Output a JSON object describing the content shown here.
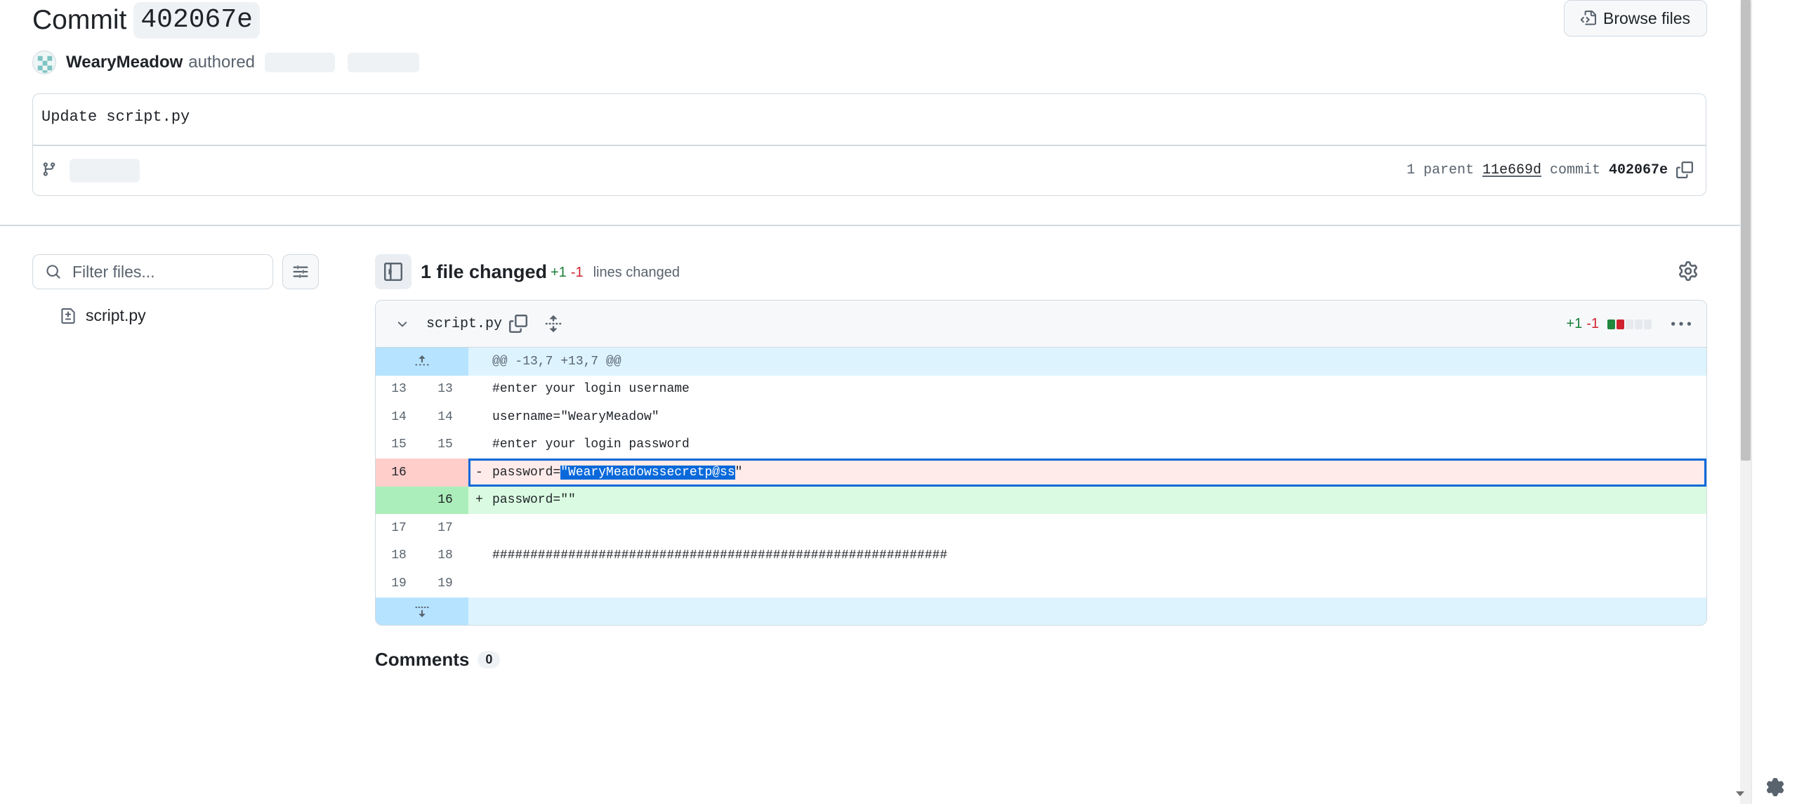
{
  "header": {
    "title_prefix": "Commit",
    "sha": "402067e",
    "browse_files_label": "Browse files"
  },
  "author": {
    "name": "WearyMeadow",
    "verb": "authored"
  },
  "commit": {
    "message": "Update script.py",
    "parent_count_label": "1 parent",
    "parent_sha": "11e669d",
    "commit_label": "commit",
    "commit_sha": "402067e"
  },
  "filter": {
    "placeholder": "Filter files..."
  },
  "file_tree": [
    {
      "name": "script.py"
    }
  ],
  "diff_summary": {
    "files_changed": "1 file changed",
    "additions": "+1",
    "deletions": "-1",
    "lines_changed_label": "lines changed"
  },
  "file": {
    "name": "script.py",
    "additions": "+1",
    "deletions": "-1",
    "hunk_header": "@@ -13,7 +13,7 @@",
    "lines": [
      {
        "type": "context",
        "old": "13",
        "new": "13",
        "text": "#enter your login username"
      },
      {
        "type": "context",
        "old": "14",
        "new": "14",
        "text": "username=\"WearyMeadow\""
      },
      {
        "type": "context",
        "old": "15",
        "new": "15",
        "text": "#enter your login password"
      },
      {
        "type": "del",
        "old": "16",
        "new": "",
        "marker": "-",
        "text_before": "password=",
        "text_selected": "\"WearyMeadowssecretp@ss",
        "text_after": "\""
      },
      {
        "type": "add",
        "old": "",
        "new": "16",
        "marker": "+",
        "text": "password=\"\""
      },
      {
        "type": "context",
        "old": "17",
        "new": "17",
        "text": ""
      },
      {
        "type": "context",
        "old": "18",
        "new": "18",
        "text": "############################################################"
      },
      {
        "type": "context",
        "old": "19",
        "new": "19",
        "text": ""
      }
    ]
  },
  "comments": {
    "title": "Comments",
    "count": "0"
  },
  "colors": {
    "addition": "#1a7f37",
    "deletion": "#d1242f",
    "selection": "#0969da"
  },
  "icons": [
    "file-code-icon",
    "git-branch-icon",
    "copy-icon",
    "search-icon",
    "sliders-icon",
    "sidebar-collapse-icon",
    "file-diff-icon",
    "gear-icon",
    "chevron-down-icon",
    "unfold-icon",
    "kebab-horizontal-icon",
    "expand-up-icon",
    "expand-down-icon"
  ]
}
